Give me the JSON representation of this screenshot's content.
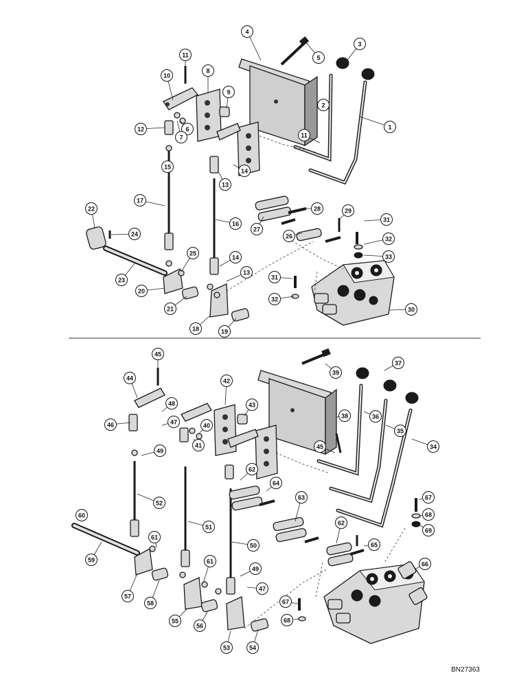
{
  "figure_code": "BN27363",
  "callouts": {
    "c1": "1",
    "c2": "2",
    "c3": "3",
    "c4": "4",
    "c5": "5",
    "c6": "6",
    "c7": "7",
    "c8": "8",
    "c9": "9",
    "c10": "10",
    "c11a": "11",
    "c11b": "11",
    "c12": "12",
    "c13a": "13",
    "c13b": "13",
    "c14a": "14",
    "c14b": "14",
    "c15": "15",
    "c16": "16",
    "c17": "17",
    "c18": "18",
    "c19": "19",
    "c20": "20",
    "c21": "21",
    "c22": "22",
    "c23": "23",
    "c24": "24",
    "c25": "25",
    "c26": "26",
    "c27": "27",
    "c28": "28",
    "c29": "29",
    "c30": "30",
    "c31a": "31",
    "c31b": "31",
    "c32a": "32",
    "c32b": "32",
    "c33": "33",
    "c34": "34",
    "c35": "35",
    "c36": "36",
    "c37": "37",
    "c38": "38",
    "c39": "39",
    "c40": "40",
    "c41": "41",
    "c42": "42",
    "c43": "43",
    "c44": "44",
    "c45a": "45",
    "c45b": "45",
    "c46": "46",
    "c47a": "47",
    "c47b": "47",
    "c48": "48",
    "c49a": "49",
    "c49b": "49",
    "c50": "50",
    "c51": "51",
    "c52": "52",
    "c53": "53",
    "c54": "54",
    "c55": "55",
    "c56": "56",
    "c57": "57",
    "c58": "58",
    "c59": "59",
    "c60": "60",
    "c61a": "61",
    "c61b": "61",
    "c62a": "62",
    "c62b": "62",
    "c63": "63",
    "c64": "64",
    "c65": "65",
    "c66": "66",
    "c67a": "67",
    "c67b": "67",
    "c68a": "68",
    "c68b": "68",
    "c69": "69"
  }
}
